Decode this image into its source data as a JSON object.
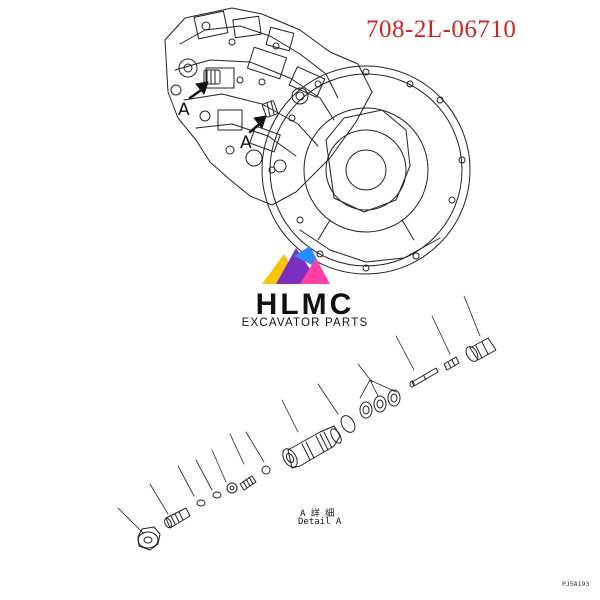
{
  "part_number": "708-2L-06710",
  "callouts": [
    "A",
    "A"
  ],
  "brand": {
    "name": "HLMC",
    "tagline": "EXCAVATOR PARTS"
  },
  "detail": {
    "jp": "A 詳 細",
    "en": "Detail A"
  },
  "drawing_ref": "PJ5A193",
  "colors": {
    "part_number": "#d0261f",
    "line": "#222222",
    "logo_yellow": "#f6c400",
    "logo_purple": "#7b2fbf",
    "logo_pink": "#ff3fa6",
    "logo_blue": "#2a8dff"
  }
}
